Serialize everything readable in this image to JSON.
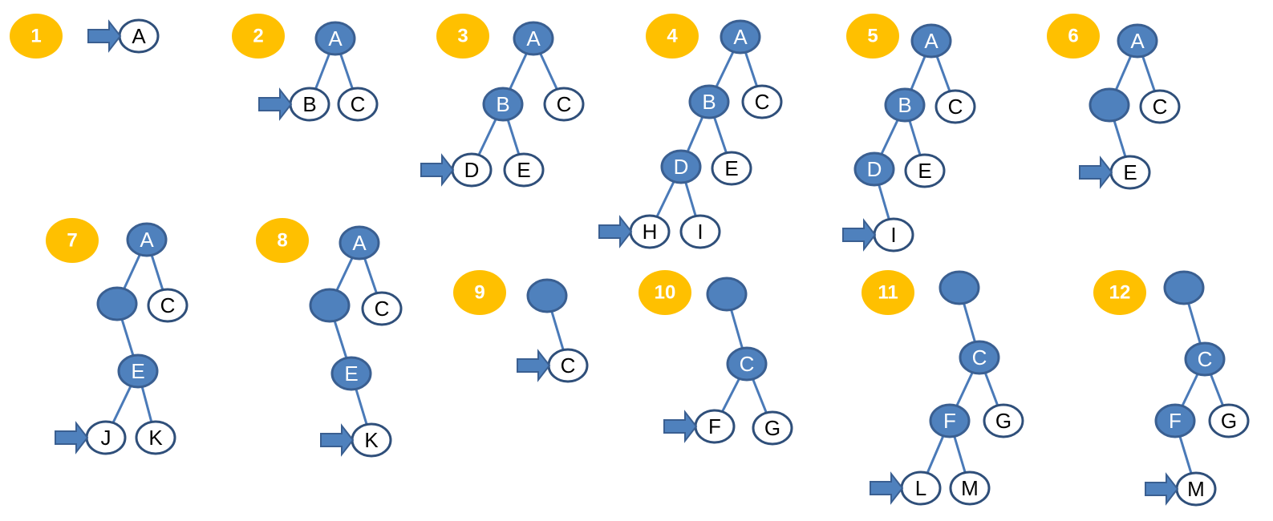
{
  "colors": {
    "node_filled": "#4f81bd",
    "node_border": "#2f4f7a",
    "badge": "#ffc000",
    "edge": "#4a7ab8"
  },
  "diagrams": [
    {
      "step": "1",
      "nodes": [
        {
          "label": "A",
          "filled": false
        }
      ],
      "edges": [],
      "pointer": 0
    },
    {
      "step": "2",
      "nodes": [
        {
          "label": "A",
          "filled": true
        },
        {
          "label": "B",
          "filled": false
        },
        {
          "label": "C",
          "filled": false
        }
      ],
      "edges": [
        [
          0,
          1
        ],
        [
          0,
          2
        ]
      ],
      "pointer": 1
    },
    {
      "step": "3",
      "nodes": [
        {
          "label": "A",
          "filled": true
        },
        {
          "label": "B",
          "filled": true
        },
        {
          "label": "C",
          "filled": false
        },
        {
          "label": "D",
          "filled": false
        },
        {
          "label": "E",
          "filled": false
        }
      ],
      "edges": [
        [
          0,
          1
        ],
        [
          0,
          2
        ],
        [
          1,
          3
        ],
        [
          1,
          4
        ]
      ],
      "pointer": 3
    },
    {
      "step": "4",
      "nodes": [
        {
          "label": "A",
          "filled": true
        },
        {
          "label": "B",
          "filled": true
        },
        {
          "label": "C",
          "filled": false
        },
        {
          "label": "D",
          "filled": true
        },
        {
          "label": "E",
          "filled": false
        },
        {
          "label": "H",
          "filled": false
        },
        {
          "label": "I",
          "filled": false
        }
      ],
      "edges": [
        [
          0,
          1
        ],
        [
          0,
          2
        ],
        [
          1,
          3
        ],
        [
          1,
          4
        ],
        [
          3,
          5
        ],
        [
          3,
          6
        ]
      ],
      "pointer": 5
    },
    {
      "step": "5",
      "nodes": [
        {
          "label": "A",
          "filled": true
        },
        {
          "label": "B",
          "filled": true
        },
        {
          "label": "C",
          "filled": false
        },
        {
          "label": "D",
          "filled": true
        },
        {
          "label": "E",
          "filled": false
        },
        {
          "label": "I",
          "filled": false
        }
      ],
      "edges": [
        [
          0,
          1
        ],
        [
          0,
          2
        ],
        [
          1,
          3
        ],
        [
          1,
          4
        ],
        [
          3,
          5
        ]
      ],
      "pointer": 5
    },
    {
      "step": "6",
      "nodes": [
        {
          "label": "A",
          "filled": true
        },
        {
          "label": "",
          "filled": true
        },
        {
          "label": "C",
          "filled": false
        },
        {
          "label": "E",
          "filled": false
        }
      ],
      "edges": [
        [
          0,
          1
        ],
        [
          0,
          2
        ],
        [
          1,
          3
        ]
      ],
      "pointer": 3
    },
    {
      "step": "7",
      "nodes": [
        {
          "label": "A",
          "filled": true
        },
        {
          "label": "",
          "filled": true
        },
        {
          "label": "C",
          "filled": false
        },
        {
          "label": "E",
          "filled": true
        },
        {
          "label": "J",
          "filled": false
        },
        {
          "label": "K",
          "filled": false
        }
      ],
      "edges": [
        [
          0,
          1
        ],
        [
          0,
          2
        ],
        [
          1,
          3
        ],
        [
          3,
          4
        ],
        [
          3,
          5
        ]
      ],
      "pointer": 4
    },
    {
      "step": "8",
      "nodes": [
        {
          "label": "A",
          "filled": true
        },
        {
          "label": "",
          "filled": true
        },
        {
          "label": "C",
          "filled": false
        },
        {
          "label": "E",
          "filled": true
        },
        {
          "label": "K",
          "filled": false
        }
      ],
      "edges": [
        [
          0,
          1
        ],
        [
          0,
          2
        ],
        [
          1,
          3
        ],
        [
          3,
          4
        ]
      ],
      "pointer": 4
    },
    {
      "step": "9",
      "nodes": [
        {
          "label": "",
          "filled": true
        },
        {
          "label": "C",
          "filled": false
        }
      ],
      "edges": [
        [
          0,
          1
        ]
      ],
      "pointer": 1
    },
    {
      "step": "10",
      "nodes": [
        {
          "label": "",
          "filled": true
        },
        {
          "label": "C",
          "filled": true
        },
        {
          "label": "F",
          "filled": false
        },
        {
          "label": "G",
          "filled": false
        }
      ],
      "edges": [
        [
          0,
          1
        ],
        [
          1,
          2
        ],
        [
          1,
          3
        ]
      ],
      "pointer": 2
    },
    {
      "step": "11",
      "nodes": [
        {
          "label": "",
          "filled": true
        },
        {
          "label": "C",
          "filled": true
        },
        {
          "label": "F",
          "filled": true
        },
        {
          "label": "G",
          "filled": false
        },
        {
          "label": "L",
          "filled": false
        },
        {
          "label": "M",
          "filled": false
        }
      ],
      "edges": [
        [
          0,
          1
        ],
        [
          1,
          2
        ],
        [
          1,
          3
        ],
        [
          2,
          4
        ],
        [
          2,
          5
        ]
      ],
      "pointer": 4
    },
    {
      "step": "12",
      "nodes": [
        {
          "label": "",
          "filled": true
        },
        {
          "label": "C",
          "filled": true
        },
        {
          "label": "F",
          "filled": true
        },
        {
          "label": "G",
          "filled": false
        },
        {
          "label": "M",
          "filled": false
        }
      ],
      "edges": [
        [
          0,
          1
        ],
        [
          1,
          2
        ],
        [
          1,
          3
        ],
        [
          2,
          4
        ]
      ],
      "pointer": 4
    }
  ]
}
